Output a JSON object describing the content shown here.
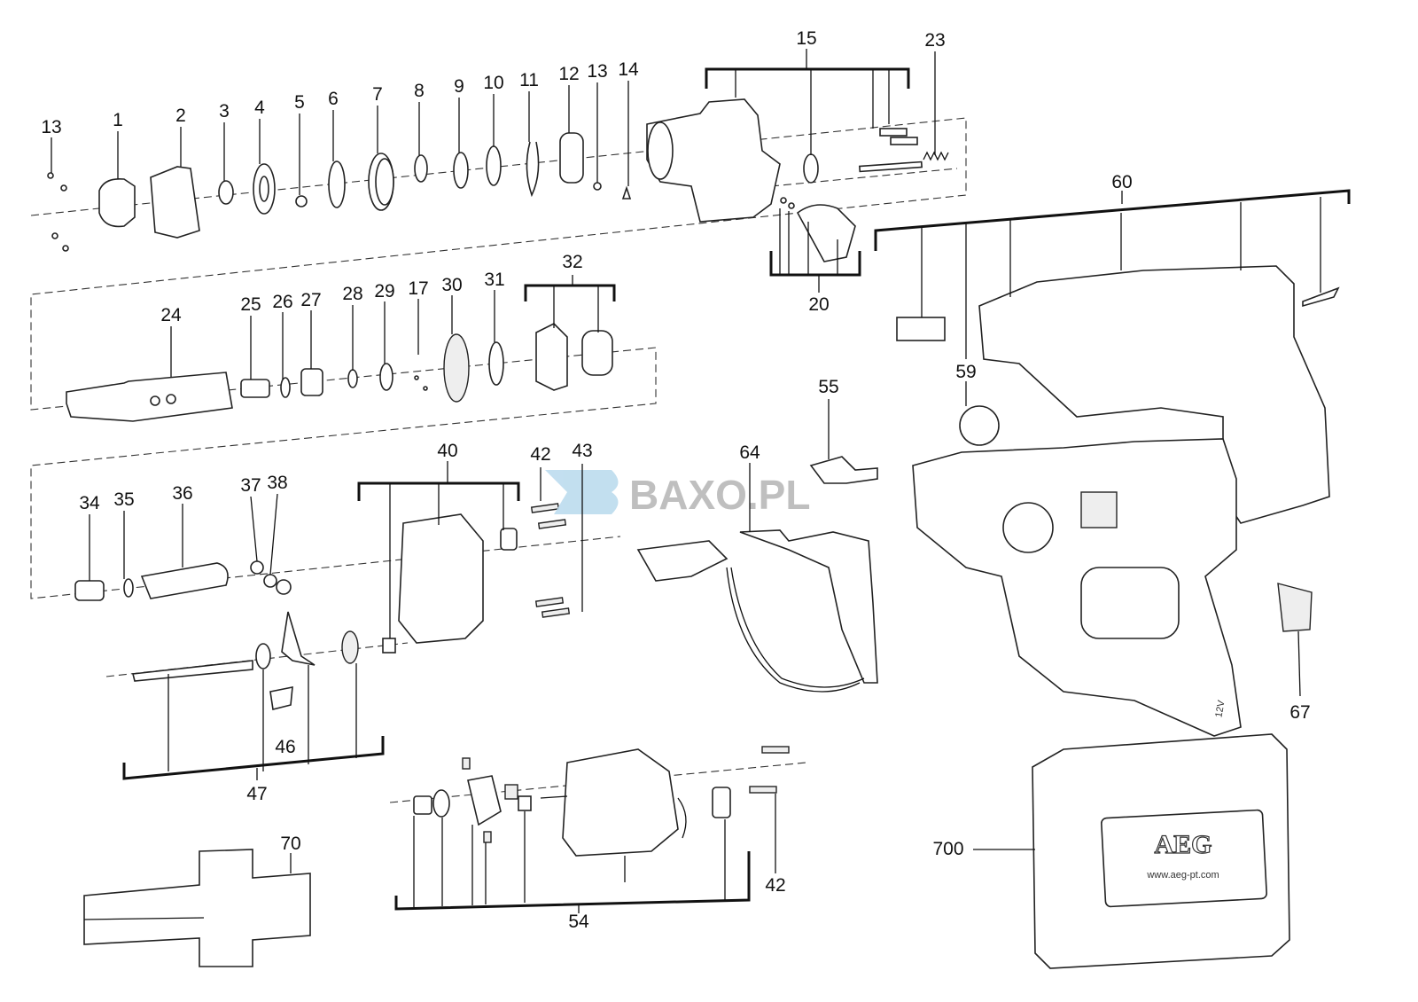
{
  "diagram": {
    "labels": [
      "13",
      "1",
      "2",
      "3",
      "4",
      "5",
      "6",
      "7",
      "8",
      "9",
      "10",
      "11",
      "12",
      "13",
      "14",
      "15",
      "23",
      "60",
      "24",
      "25",
      "26",
      "27",
      "28",
      "29",
      "17",
      "30",
      "31",
      "32",
      "20",
      "59",
      "55",
      "64",
      "40",
      "42",
      "43",
      "34",
      "35",
      "36",
      "37",
      "38",
      "46",
      "47",
      "70",
      "54",
      "42",
      "700",
      "67"
    ],
    "watermark": "BAXO.PL",
    "case_logo": "AEG",
    "case_url": "www.aeg-pt.com",
    "battery_mark": "12V"
  }
}
